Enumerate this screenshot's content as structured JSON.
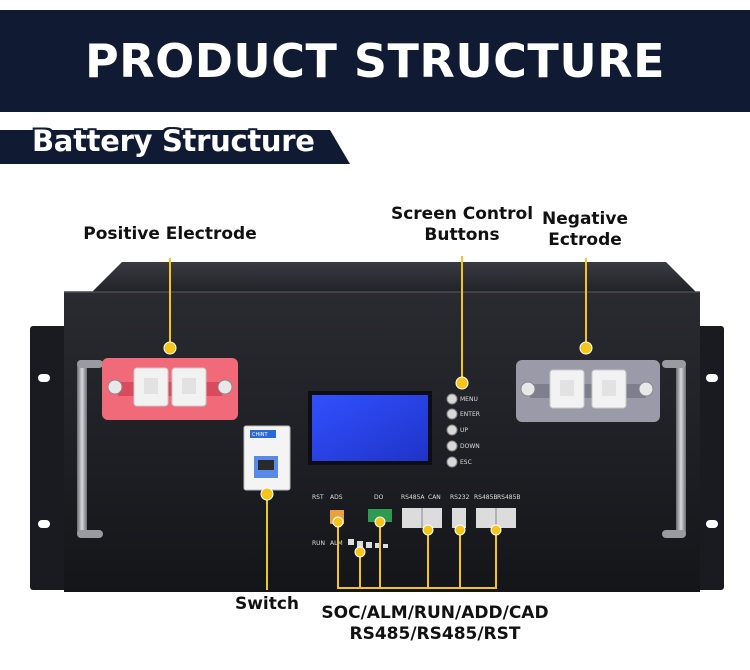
{
  "header": {
    "title": "PRODUCT STRUCTURE"
  },
  "section": {
    "subtitle": "Battery Structure"
  },
  "callouts": {
    "positive_electrode": "Positive Electrode",
    "screen_control_buttons_line1": "Screen Control",
    "screen_control_buttons_line2": "Buttons",
    "negative_electrode_line1": "Negative",
    "negative_electrode_line2": "Ectrode",
    "switch": "Switch",
    "ports_line1": "SOC/ALM/RUN/ADD/CAD",
    "ports_line2": "RS485/RS485/RST"
  },
  "panel": {
    "buttons": [
      "MENU",
      "ENTER",
      "UP",
      "DOWN",
      "ESC"
    ],
    "port_labels": {
      "rst": "RST",
      "ads": "ADS",
      "do": "DO",
      "rs485a": "RS485A",
      "can": "CAN",
      "rs232": "RS232",
      "rs485b_1": "RS485B",
      "rs485b_2": "RS485B",
      "run": "RUN",
      "alm": "ALM"
    },
    "switch_brand": "CHINT"
  },
  "colors": {
    "header_bg": "#111a33",
    "callout_yellow": "#f5c518",
    "lcd_blue": "#2840e0",
    "positive_red": "#f06a7a",
    "chassis": "#1c1d22"
  }
}
